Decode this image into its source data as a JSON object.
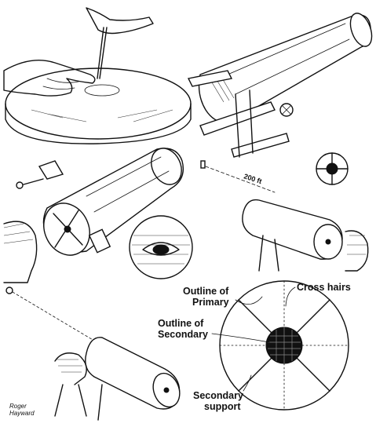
{
  "labels": {
    "outline_primary_line1": "Outline of",
    "outline_primary_line2": "Primary",
    "cross_hairs": "Cross hairs",
    "outline_secondary_line1": "Outline of",
    "outline_secondary_line2": "Secondary",
    "secondary_support_line1": "Secondary",
    "secondary_support_line2": "support",
    "distance": "200 ft",
    "signature_line1": "Roger",
    "signature_line2": "Hayward"
  },
  "style": {
    "ink": "#111111",
    "paper": "#ffffff"
  }
}
